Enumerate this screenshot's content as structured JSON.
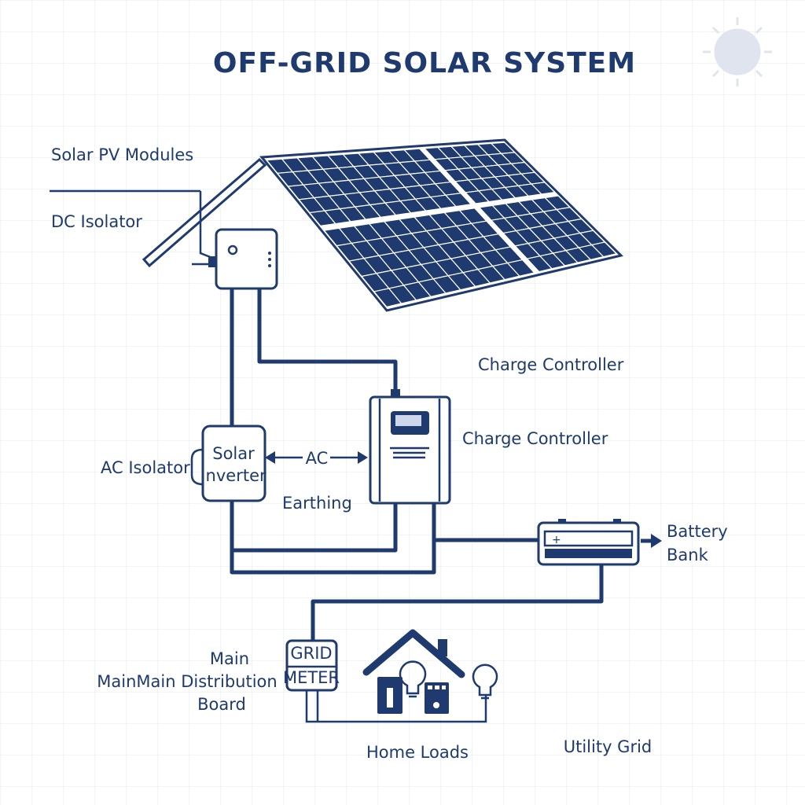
{
  "title": "OFF-GRID SOLAR  SYSTEM",
  "labels": {
    "solar_pv_modules": "Solar PV Modules",
    "dc_isolator": "DC Isolator",
    "charge_controller_top": "Charge Controller",
    "charge_controller": "Charge Controller",
    "ac_isolator": "AC Isolator",
    "solar": "Solar",
    "inverter": "Inverter",
    "ac": "AC",
    "earthing": "Earthing",
    "battery": "Battery",
    "bank": "Bank",
    "main": "Main",
    "main_distribution": "MainMain Distribution",
    "board": "Board",
    "grid": "GRID",
    "meter": "METER",
    "home_loads": "Home Loads",
    "utility_grid": "Utility Grid"
  },
  "colors": {
    "primary": "#1e3a6e",
    "grid": "#e6ebf2",
    "sun": "#dfe4ee"
  }
}
